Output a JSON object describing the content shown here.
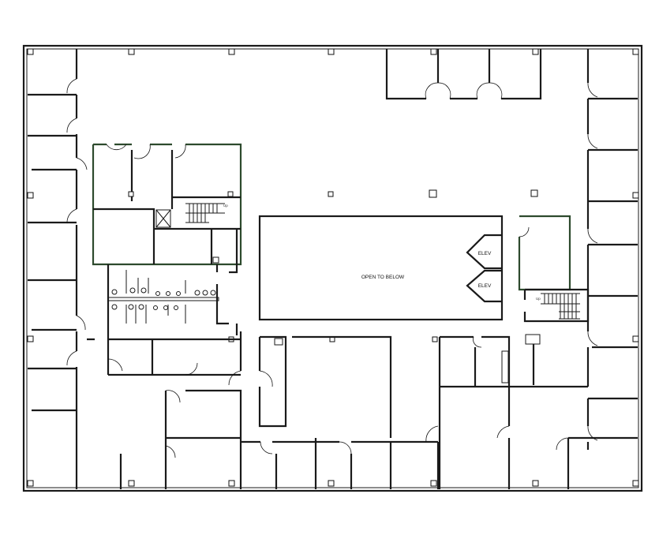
{
  "plan": {
    "atrium_label": "OPEN TO BELOW",
    "elevators": [
      "ELEV",
      "ELEV"
    ],
    "stair_labels": [
      "Up",
      "Up"
    ]
  },
  "colors": {
    "wall": "#1a1a1a",
    "accent_wall": "#2d4a2d",
    "background": "#ffffff"
  }
}
